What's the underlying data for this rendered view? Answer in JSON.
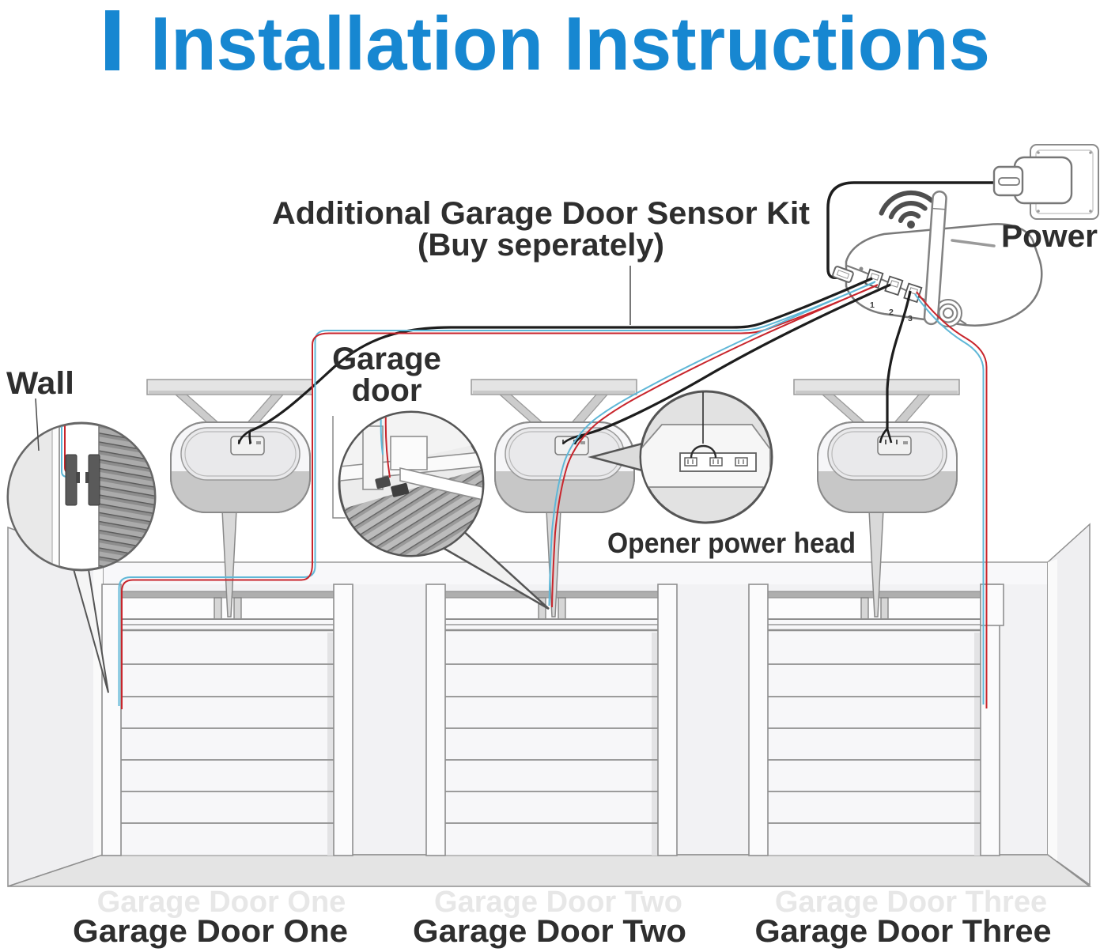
{
  "header": {
    "title": "Installation Instructions"
  },
  "annotations": {
    "sensor_kit_line1": "Additional Garage Door Sensor Kit",
    "sensor_kit_line2": "(Buy seperately)",
    "power": "Power",
    "wall": "Wall",
    "garage_door_line1": "Garage",
    "garage_door_line2": "door",
    "opener_power_head": "Opener power head"
  },
  "hub": {
    "ports": [
      "1",
      "2",
      "3"
    ]
  },
  "doors": [
    {
      "label": "Garage Door One"
    },
    {
      "label": "Garage Door Two"
    },
    {
      "label": "Garage Door Three"
    }
  ],
  "ghost_labels": [
    "Garage Door One",
    "Garage Door Two",
    "Garage Door Three"
  ],
  "icons": {
    "wifi": "three-arcs-and-dot",
    "antenna": "rod-with-coil-base",
    "power_adapter": "plug-into-wall-outlet"
  },
  "colors": {
    "accent_blue": "#1787d1",
    "wire_red": "#c8252c",
    "wire_blue": "#5fb7d7",
    "wire_black": "#1d1d1d",
    "text_dark": "#2e2e2e"
  }
}
